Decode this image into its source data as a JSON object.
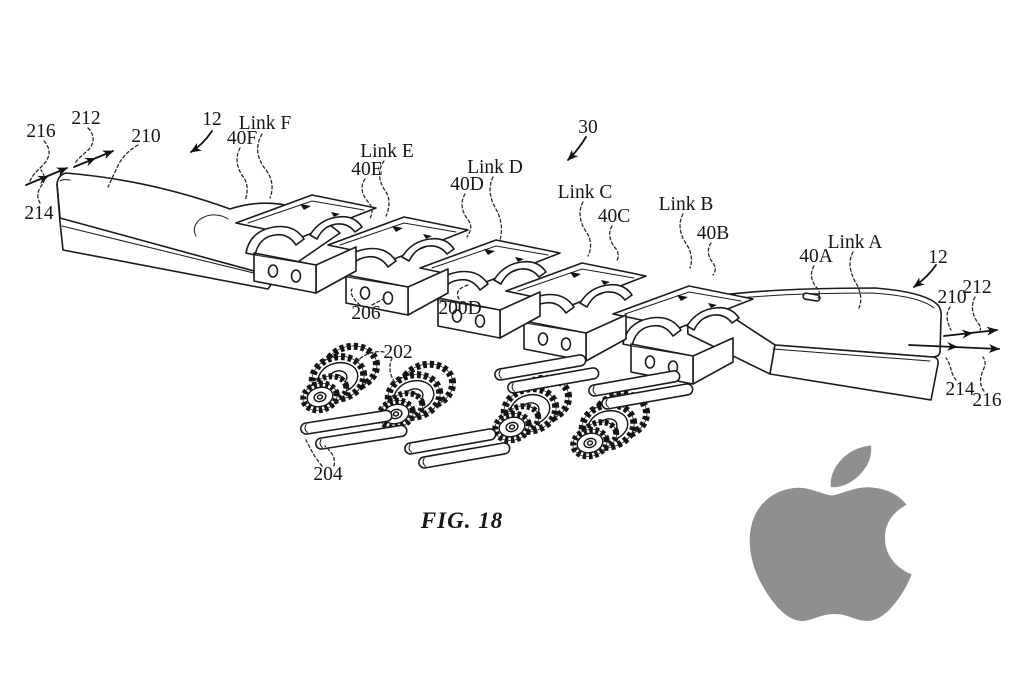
{
  "figure": {
    "caption": "FIG. 18",
    "background_color": "#ffffff",
    "line_color": "#1b1b1b",
    "watermark": {
      "icon": "apple-logo",
      "color": "#8f8f8f"
    }
  },
  "callouts": {
    "left_216": "216",
    "left_212": "212",
    "left_210": "210",
    "left_214": "214",
    "left_12": "12",
    "link_f": "Link F",
    "ref_40f": "40F",
    "link_e": "Link E",
    "ref_40e": "40E",
    "link_d": "Link D",
    "ref_40d": "40D",
    "assembly_30": "30",
    "link_c": "Link C",
    "ref_40c": "40C",
    "link_b": "Link B",
    "ref_40b": "40B",
    "ref_40a": "40A",
    "link_a": "Link A",
    "right_12": "12",
    "right_210": "210",
    "right_212": "212",
    "right_214": "214",
    "right_216": "216",
    "ref_206": "206",
    "ref_200d": "200D",
    "ref_202": "202",
    "ref_204": "204"
  }
}
